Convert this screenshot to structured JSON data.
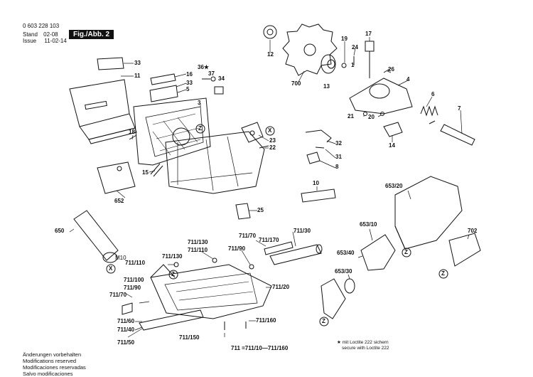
{
  "header": {
    "part_number": "0 603 228 103",
    "stand_label": "Stand",
    "stand_value": "02-08",
    "issue_label": "Issue",
    "issue_value": "11-02-14",
    "figure_badge": "Fig./Abb. 2"
  },
  "callouts": [
    {
      "id": "c33a",
      "text": "33"
    },
    {
      "id": "c11",
      "text": "11"
    },
    {
      "id": "c36",
      "text": "36★"
    },
    {
      "id": "c37",
      "text": "37"
    },
    {
      "id": "c34",
      "text": "34"
    },
    {
      "id": "c16",
      "text": "16"
    },
    {
      "id": "c33b",
      "text": "33"
    },
    {
      "id": "c5",
      "text": "5"
    },
    {
      "id": "c3",
      "text": "3"
    },
    {
      "id": "c18",
      "text": "18"
    },
    {
      "id": "c15",
      "text": "15"
    },
    {
      "id": "c652",
      "text": "652"
    },
    {
      "id": "c23",
      "text": "23"
    },
    {
      "id": "c22",
      "text": "22"
    },
    {
      "id": "c12",
      "text": "12"
    },
    {
      "id": "c700",
      "text": "700"
    },
    {
      "id": "c19",
      "text": "19"
    },
    {
      "id": "c17",
      "text": "17"
    },
    {
      "id": "c24",
      "text": "24"
    },
    {
      "id": "c1",
      "text": "1"
    },
    {
      "id": "c13",
      "text": "13"
    },
    {
      "id": "c26",
      "text": "26"
    },
    {
      "id": "c4",
      "text": "4"
    },
    {
      "id": "c6",
      "text": "6"
    },
    {
      "id": "c7",
      "text": "7"
    },
    {
      "id": "c21",
      "text": "21"
    },
    {
      "id": "c20",
      "text": "20"
    },
    {
      "id": "c14",
      "text": "14"
    },
    {
      "id": "c32",
      "text": "32"
    },
    {
      "id": "c31",
      "text": "31"
    },
    {
      "id": "c8",
      "text": "8"
    },
    {
      "id": "c10",
      "text": "10"
    },
    {
      "id": "c25",
      "text": "25"
    },
    {
      "id": "c653_20",
      "text": "653/20"
    },
    {
      "id": "c653_10",
      "text": "653/10"
    },
    {
      "id": "c702",
      "text": "702"
    },
    {
      "id": "c653_40",
      "text": "653/40"
    },
    {
      "id": "c653_30",
      "text": "653/30"
    },
    {
      "id": "c650",
      "text": "650"
    },
    {
      "id": "cM10",
      "text": "M10"
    },
    {
      "id": "c711_70a",
      "text": "711/70"
    },
    {
      "id": "c711_170",
      "text": "711/170"
    },
    {
      "id": "c711_30",
      "text": "711/30"
    },
    {
      "id": "c711_130a",
      "text": "711/130"
    },
    {
      "id": "c711_110a",
      "text": "711/110"
    },
    {
      "id": "c711_90a",
      "text": "711/90"
    },
    {
      "id": "c711_130b",
      "text": "711/130"
    },
    {
      "id": "c711_110b",
      "text": "711/110"
    },
    {
      "id": "c711_100",
      "text": "711/100"
    },
    {
      "id": "c711_90b",
      "text": "711/90"
    },
    {
      "id": "c711_20",
      "text": "711/20"
    },
    {
      "id": "c711_70b",
      "text": "711/70"
    },
    {
      "id": "c711_60",
      "text": "711/60"
    },
    {
      "id": "c711_40",
      "text": "711/40"
    },
    {
      "id": "c711_160",
      "text": "711/160"
    },
    {
      "id": "c711_50",
      "text": "711/50"
    },
    {
      "id": "c711_150",
      "text": "711/150"
    }
  ],
  "markers": {
    "z_letter": "Z",
    "x_letter": "X"
  },
  "footer": {
    "lines": [
      "Änderungen vorbehalten",
      "Modifications reserved",
      "Modificaciones reservadas",
      "Salvo modificaciones"
    ],
    "formula": "711 =711/10—711/160",
    "note_line1": "★ mit Loctite 222 sichern",
    "note_line2": "secure with Loctite 222"
  }
}
